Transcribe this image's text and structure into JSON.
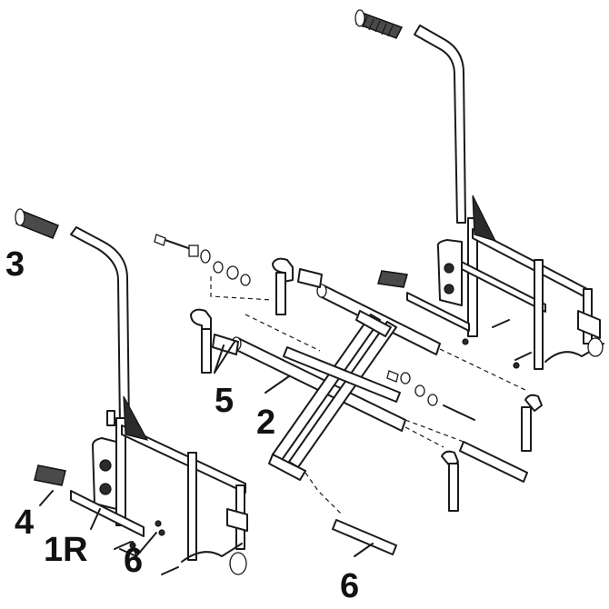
{
  "callouts": {
    "c3": "3",
    "c5": "5",
    "c2": "2",
    "c4": "4",
    "c1r": "1R",
    "c6a": "6",
    "c6b": "6"
  }
}
